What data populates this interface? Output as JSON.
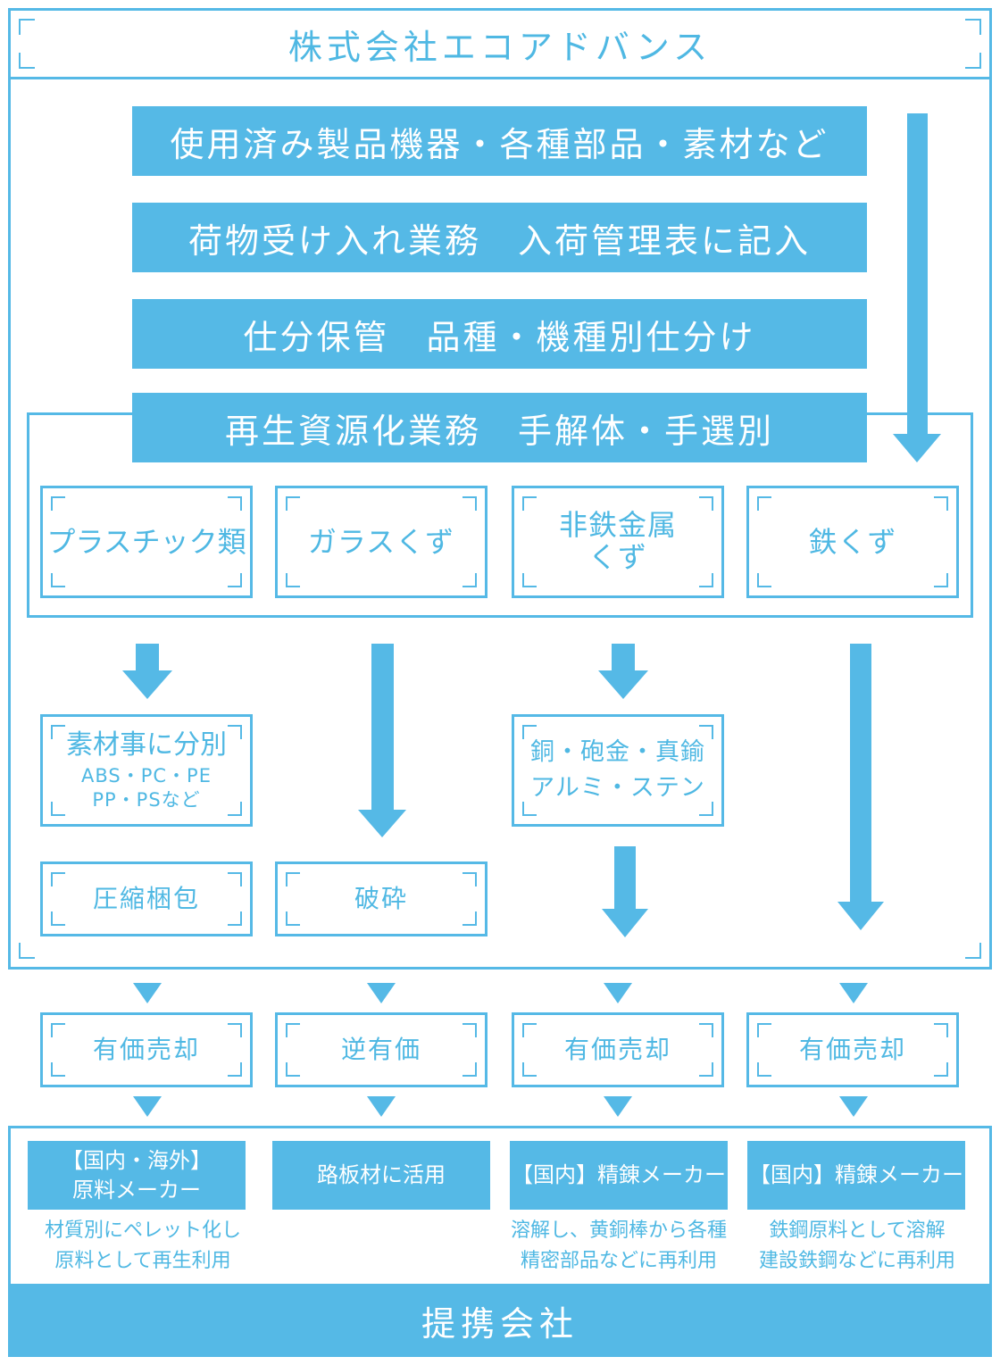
{
  "company_title": "株式会社エコアドバンス",
  "steps": [
    "使用済み製品機器・各種部品・素材など",
    "荷物受け入れ業務　入荷管理表に記入",
    "仕分保管　品種・機種別仕分け",
    "再生資源化業務　手解体・手選別"
  ],
  "categories": [
    "プラスチック類",
    "ガラスくず",
    "非鉄金属\nくず",
    "鉄くず"
  ],
  "processing": {
    "plastic_sort": {
      "title": "素材事に分別",
      "line1": "ABS・PC・PE",
      "line2": "PP・PSなど"
    },
    "compress": "圧縮梱包",
    "crush": "破砕",
    "metals": {
      "line1": "銅・砲金・真鍮",
      "line2": "アルミ・ステン"
    }
  },
  "sales": [
    "有価売却",
    "逆有価",
    "有価売却",
    "有価売却"
  ],
  "partners": [
    {
      "label": "【国内・海外】\n原料メーカー",
      "note": "材質別にペレット化し\n原料として再生利用"
    },
    {
      "label": "路板材に活用",
      "note": ""
    },
    {
      "label": "【国内】精錬メーカー",
      "note": "溶解し、黄銅棒から各種\n精密部品などに再利用"
    },
    {
      "label": "【国内】精錬メーカー",
      "note": "鉄鋼原料として溶解\n建設鉄鋼などに再利用"
    }
  ],
  "partner_title": "提携会社",
  "colors": {
    "accent": "#55b9e6",
    "text": "#4fb8e3",
    "background": "#ffffff"
  }
}
